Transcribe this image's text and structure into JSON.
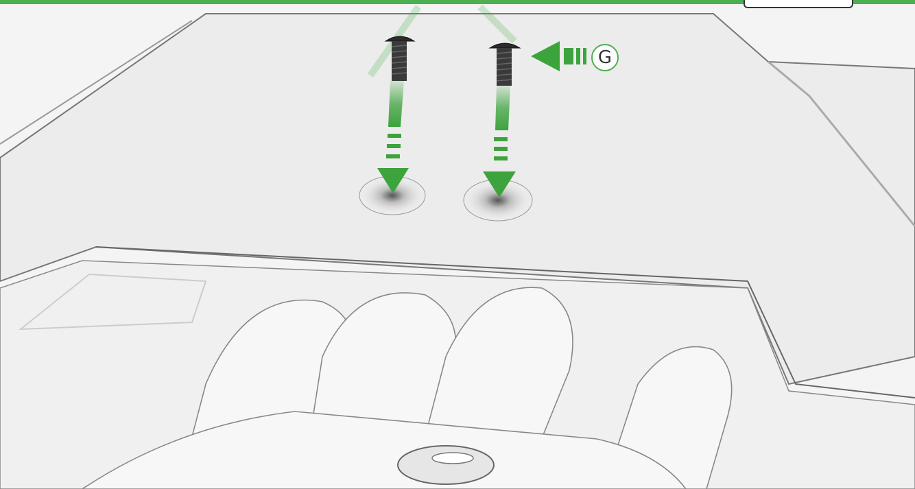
{
  "callout": {
    "label": "G",
    "color": "#4caf50"
  },
  "scene": {
    "subject": "screw-installation-illustration",
    "screw_count": 2,
    "arrow_color": "#3da33d",
    "line_color": "#555555"
  }
}
